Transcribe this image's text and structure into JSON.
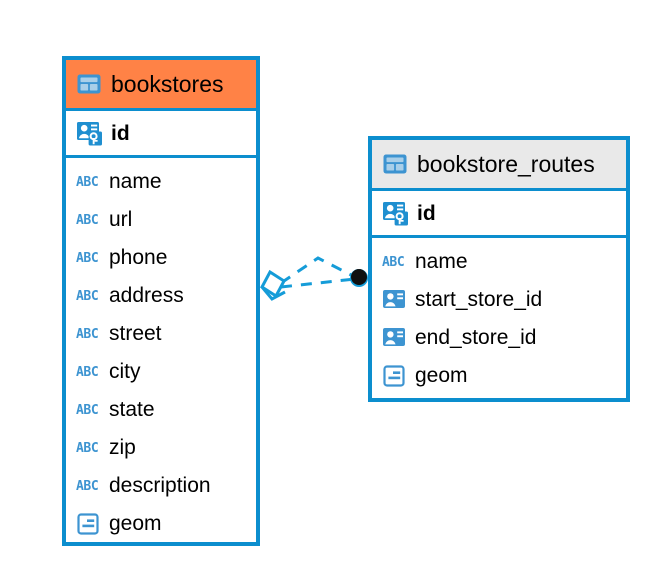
{
  "diagram": {
    "title": "database-schema-diagram",
    "colors": {
      "border_blue": "#0c8ece",
      "header_accent_orange": "#ff8246",
      "header_neutral_gray": "#e9e9e9",
      "icon_blue": "#3d94d1",
      "connector_blue": "#159cd8",
      "endpoint_black": "#101010",
      "text_black": "#000000",
      "canvas_white": "#ffffff"
    },
    "entities": [
      {
        "name": "bookstores",
        "header_icon": "table-icon",
        "header_style": "accent",
        "primary_key": {
          "label": "id",
          "icon": "primary-key-icon"
        },
        "fields": [
          {
            "label": "name",
            "icon": "text-type-icon"
          },
          {
            "label": "url",
            "icon": "text-type-icon"
          },
          {
            "label": "phone",
            "icon": "text-type-icon"
          },
          {
            "label": "address",
            "icon": "text-type-icon"
          },
          {
            "label": "street",
            "icon": "text-type-icon"
          },
          {
            "label": "city",
            "icon": "text-type-icon"
          },
          {
            "label": "state",
            "icon": "text-type-icon"
          },
          {
            "label": "zip",
            "icon": "text-type-icon"
          },
          {
            "label": "description",
            "icon": "text-type-icon"
          },
          {
            "label": "geom",
            "icon": "geometry-type-icon"
          }
        ]
      },
      {
        "name": "bookstore_routes",
        "header_icon": "table-icon",
        "header_style": "neutral",
        "primary_key": {
          "label": "id",
          "icon": "primary-key-icon"
        },
        "fields": [
          {
            "label": "name",
            "icon": "text-type-icon"
          },
          {
            "label": "start_store_id",
            "icon": "foreign-key-icon"
          },
          {
            "label": "end_store_id",
            "icon": "foreign-key-icon"
          },
          {
            "label": "geom",
            "icon": "geometry-type-icon"
          }
        ]
      }
    ],
    "relationship": {
      "name": "bookstores-to-bookstore-routes-relationship",
      "style": "dashed",
      "source_marker": "diamond-marker",
      "target_marker": "filled-circle-marker",
      "branches": 2
    }
  }
}
